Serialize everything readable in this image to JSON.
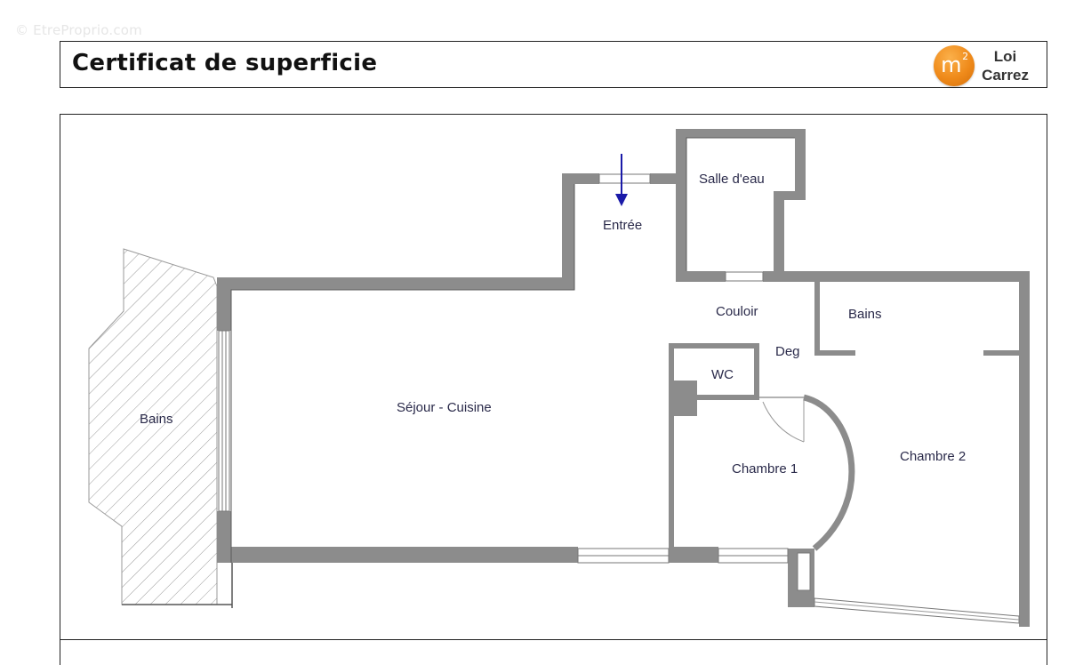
{
  "watermark": "© EtreProprio.com",
  "header": {
    "title": "Certificat de superficie",
    "badge": {
      "icon": "m2-icon",
      "icon_text": "m",
      "icon_sup": "2",
      "line1": "Loi",
      "line2": "Carrez",
      "accent_color": "#ef8a1a"
    }
  },
  "plan": {
    "wall_color": "#8c8c8c",
    "label_color": "#2a2a4a",
    "entrance_arrow_color": "#1a1aa8",
    "rooms": [
      {
        "id": "entree",
        "label": "Entrée"
      },
      {
        "id": "salle-deau",
        "label": "Salle d'eau"
      },
      {
        "id": "couloir",
        "label": "Couloir"
      },
      {
        "id": "bains-interior",
        "label": "Bains"
      },
      {
        "id": "deg",
        "label": "Deg"
      },
      {
        "id": "wc",
        "label": "WC"
      },
      {
        "id": "sejour-cuisine",
        "label": "Séjour - Cuisine"
      },
      {
        "id": "chambre-1",
        "label": "Chambre 1"
      },
      {
        "id": "chambre-2",
        "label": "Chambre 2"
      },
      {
        "id": "bains-exterior",
        "label": "Bains"
      }
    ]
  }
}
